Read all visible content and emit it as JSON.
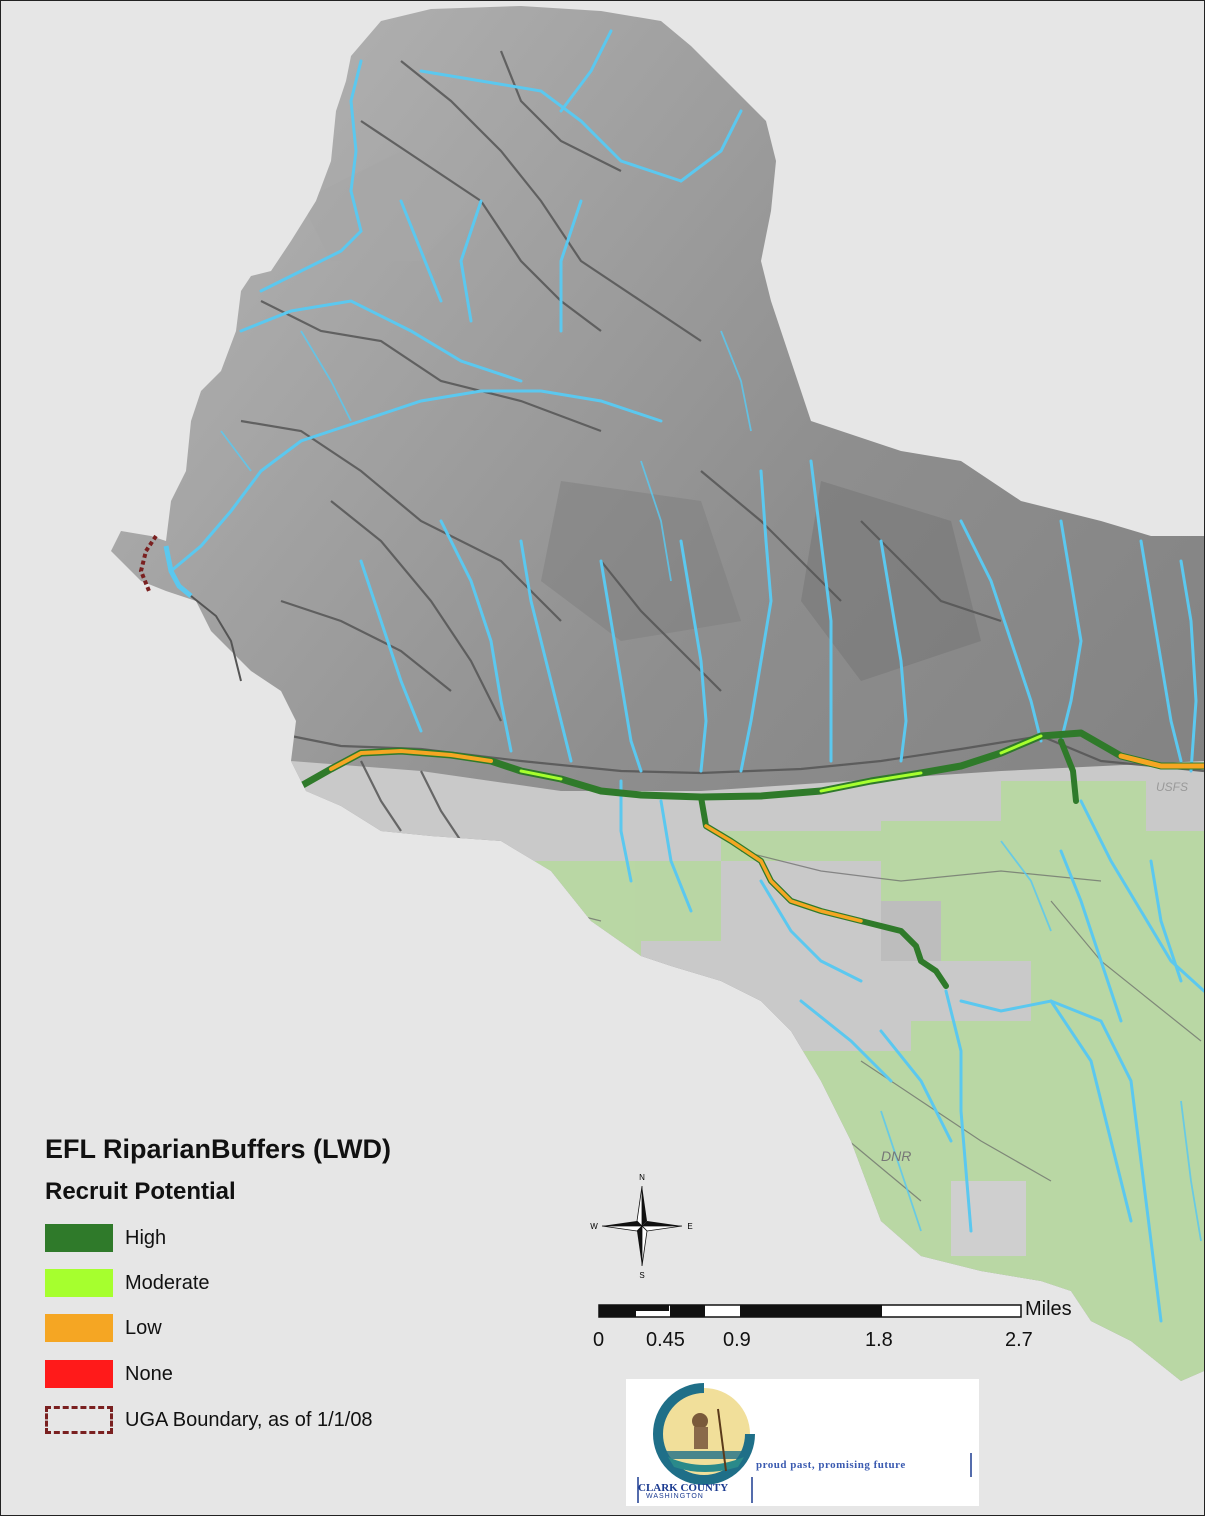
{
  "legend": {
    "title": "EFL RiparianBuffers (LWD)",
    "subtitle": "Recruit Potential",
    "items": [
      {
        "label": "High",
        "color": "#2f7a2a"
      },
      {
        "label": "Moderate",
        "color": "#a6ff2e"
      },
      {
        "label": "Low",
        "color": "#f5a623"
      },
      {
        "label": "None",
        "color": "#ff1a1a"
      },
      {
        "label": "UGA Boundary, as of 1/1/08",
        "color": "#7a2020"
      }
    ]
  },
  "scale_bar": {
    "unit": "Miles",
    "ticks": [
      "0",
      "0.45",
      "0.9",
      "1.8",
      "2.7"
    ]
  },
  "north_arrow": {
    "n": "N",
    "s": "S",
    "e": "E",
    "w": "W"
  },
  "map_labels": {
    "dnr": "DNR",
    "usfs": "USFS"
  },
  "logo": {
    "tagline": "proud past, promising future",
    "county": "CLARK COUNTY",
    "state": "WASHINGTON"
  },
  "colors": {
    "streams": "#5bc8ef",
    "roads": "#555555",
    "terrain": "#9a9a9a",
    "public_land": "#b7d8a0"
  }
}
